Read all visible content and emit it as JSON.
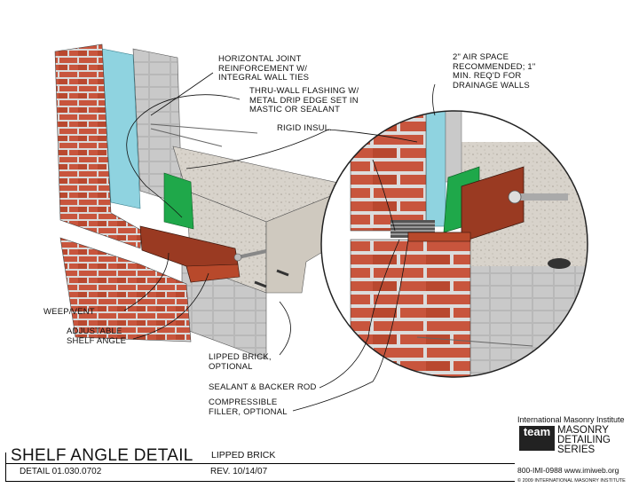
{
  "labels": {
    "joint_reinforcement": [
      "HORIZONTAL JOINT",
      "REINFORCEMENT W/",
      "INTEGRAL WALL TIES"
    ],
    "flashing": [
      "THRU-WALL FLASHING W/",
      "METAL DRIP EDGE SET IN",
      "MASTIC OR SEALANT"
    ],
    "rigid_insul": [
      "RIGID INSUL."
    ],
    "air_space": [
      "2\" AIR SPACE",
      "RECOMMENDED; 1\"",
      "MIN.  REQ'D FOR",
      "DRAINAGE WALLS"
    ],
    "weep_vent": [
      "WEEP/VENT"
    ],
    "shelf_angle": [
      "ADJUSTABLE",
      "SHELF ANGLE"
    ],
    "lipped_brick": [
      "LIPPED BRICK,",
      "OPTIONAL"
    ],
    "sealant": [
      "SEALANT & BACKER ROD"
    ],
    "filler": [
      "COMPRESSIBLE",
      "FILLER, OPTIONAL"
    ]
  },
  "title_block": {
    "title": "SHELF ANGLE DETAIL",
    "subtitle": "LIPPED BRICK",
    "detail_number": "DETAIL 01.030.0702",
    "revision": "REV. 10/14/07"
  },
  "logo": {
    "organization": "International Masonry Institute",
    "team_text": "team",
    "series_lines": [
      "MASONRY",
      "DETAILING",
      "SERIES"
    ],
    "contact": "800-IMI-0988   www.imiweb.org",
    "copyright": "© 2009 INTERNATIONAL MASONRY INSTITUTE"
  },
  "colors": {
    "brick": "#c8553d",
    "mortar": "#d9d9d9",
    "concrete": "#d8d3cb",
    "insulation": "#8fd3e0",
    "flashing": "#1fa84a",
    "shelf_angle": "#9a3a22"
  }
}
